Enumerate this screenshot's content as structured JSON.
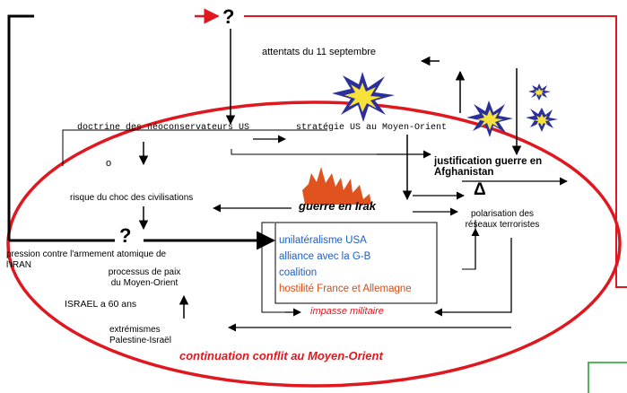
{
  "question_top": "?",
  "question_mid": "?",
  "attentats": "attentats du 11 septembre",
  "doctrine": "doctrine des néoconservateurs US",
  "strategie": "stratégie US au Moyen-Orient",
  "justification_l1": "justification guerre en",
  "justification_l2": "Afghanistan",
  "choc": "risque du choc des civilisations",
  "guerre_irak": "guerre en Irak",
  "delta": "Δ",
  "polarisation_l1": "polarisation des",
  "polarisation_l2": "réseaux terroristes",
  "pression_l1": "pression contre l'armement atomique de",
  "pression_l2": "l'IRAN",
  "processus_l1": "processus de paix",
  "processus_l2": "du Moyen-Orient",
  "israel": "ISRAEL a 60 ans",
  "extremismes_l1": "extrémismes",
  "extremismes_l2": "Palestine-Israël",
  "box_items": [
    "unilatéralisme USA",
    "alliance avec la G-B",
    "coalition",
    "hostilité France et Allemagne"
  ],
  "impasse": "impasse militaire",
  "continuation": "continuation conflit au Moyen-Orient",
  "small_circle": "o",
  "colors": {
    "red": "#e0171e",
    "black": "#000000",
    "blue": "#1d5fc4",
    "orange": "#d94a10",
    "green": "#1a9a2a",
    "star_outer": "#2a2f9a",
    "star_inner": "#f7e23c",
    "fire": "#e0531e"
  }
}
